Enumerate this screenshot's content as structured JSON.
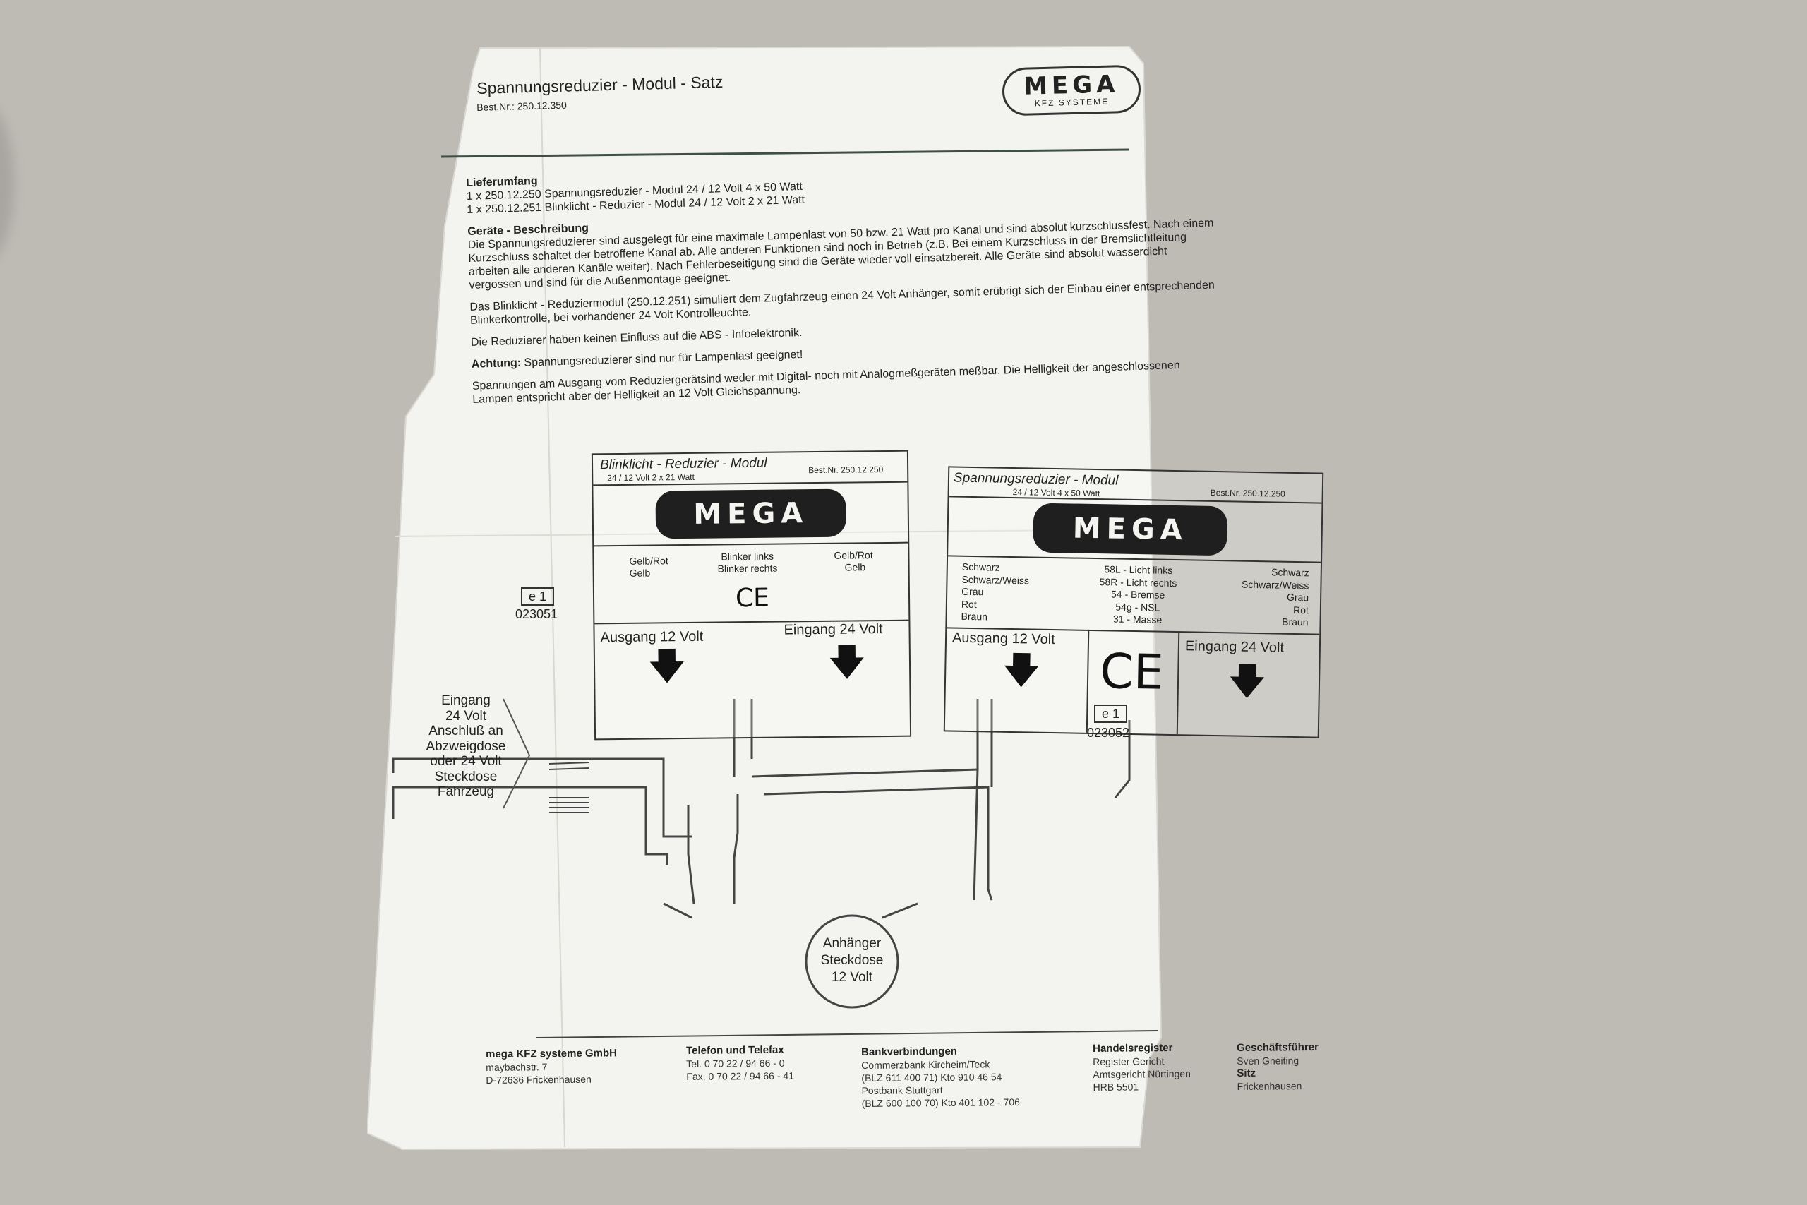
{
  "doc": {
    "title": "Spannungsreduzier - Modul - Satz",
    "order_no": "Best.Nr.: 250.12.350",
    "logo": {
      "word": "MEGA",
      "sub": "KFZ SYSTEME"
    }
  },
  "sections": {
    "lieferumfang_h": "Lieferumfang",
    "lieferumfang_1": "1 x 250.12.250 Spannungsreduzier - Modul 24 / 12 Volt 4 x 50 Watt",
    "lieferumfang_2": "1 x 250.12.251 Blinklicht - Reduzier - Modul 24 / 12 Volt 2 x 21 Watt",
    "geraete_h": "Geräte - Beschreibung",
    "geraete_text": "Die Spannungsreduzierer sind ausgelegt für eine maximale Lampenlast von 50 bzw. 21 Watt pro Kanal und sind absolut kurzschlussfest. Nach einem Kurzschluss schaltet der betroffene Kanal ab. Alle anderen Funktionen sind noch in Betrieb (z.B. Bei einem Kurzschluss in der Bremslichtleitung arbeiten alle anderen Kanäle weiter). Nach Fehlerbeseitigung sind die Geräte wieder voll einsatzbereit. Alle Geräte sind absolut wasserdicht vergossen und sind für die Außenmontage geeignet.",
    "blink_text": "Das Blinklicht - Reduziermodul (250.12.251) simuliert dem Zugfahrzeug einen 24 Volt Anhänger, somit erübrigt sich der Einbau einer entsprechenden Blinkerkontrolle, bei vorhandener 24 Volt Kontrolleuchte.",
    "abs_text": "Die Reduzierer haben keinen Einfluss auf die ABS - Infoelektronik.",
    "achtung_h": "Achtung:",
    "achtung_text": "Spannungsreduzierer sind nur für Lampenlast geeignet!",
    "spann_text": "Spannungen am Ausgang vom Reduziergerätsind weder mit Digital- noch mit Analogmeßgeräten meßbar. Die Helligkeit der angeschlossenen Lampen entspricht aber der Helligkeit an 12 Volt Gleichspannung."
  },
  "module_left": {
    "title": "Blinklicht - Reduzier - Modul",
    "spec": "24 / 12 Volt 2 x 21 Watt",
    "best": "Best.Nr. 250.12.250",
    "rows": [
      {
        "left": "Gelb/Rot",
        "mid": "Blinker links",
        "right": "Gelb/Rot"
      },
      {
        "left": "Gelb",
        "mid": "Blinker rechts",
        "right": "Gelb"
      }
    ],
    "ce": "CE",
    "out_label": "Ausgang 12 Volt",
    "in_label": "Eingang 24 Volt"
  },
  "module_right": {
    "title": "Spannungsreduzier - Modul",
    "spec": "24 / 12 Volt 4 x 50 Watt",
    "best": "Best.Nr. 250.12.250",
    "rows": [
      {
        "left": "Schwarz",
        "mid": "58L - Licht links",
        "right": "Schwarz"
      },
      {
        "left": "Schwarz/Weiss",
        "mid": "58R - Licht rechts",
        "right": "Schwarz/Weiss"
      },
      {
        "left": "Grau",
        "mid": "54 - Bremse",
        "right": "Grau"
      },
      {
        "left": "Rot",
        "mid": "54g - NSL",
        "right": "Rot"
      },
      {
        "left": "Braun",
        "mid": "31 - Masse",
        "right": "Braun"
      }
    ],
    "ce": "CE",
    "out_label": "Ausgang 12 Volt",
    "in_label": "Eingang 24 Volt"
  },
  "marks": {
    "e1_left": "e 1",
    "e1_left_no": "023051",
    "e1_right": "e 1",
    "e1_right_no": "023052"
  },
  "eingang_note": [
    "Eingang",
    "24 Volt",
    "Anschluß an",
    "Abzweigdose",
    "oder 24 Volt",
    "Steckdose",
    "Fahrzeug"
  ],
  "socket": [
    "Anhänger",
    "Steckdose",
    "12 Volt"
  ],
  "footer": {
    "company": {
      "name": "mega KFZ systeme GmbH",
      "street": "maybachstr. 7",
      "city": "D-72636 Frickenhausen"
    },
    "phone": {
      "heading": "Telefon und Telefax",
      "tel": "Tel.   0 70 22 / 94 66 - 0",
      "fax": "Fax.  0 70 22 / 94 66 - 41"
    },
    "bank": {
      "heading": "Bankverbindungen",
      "l1": "Commerzbank Kircheim/Teck",
      "l2": "(BLZ 611 400 71) Kto 910 46 54",
      "l3": "Postbank Stuttgart",
      "l4": "(BLZ 600 100 70) Kto 401 102 - 706"
    },
    "register": {
      "heading": "Handelsregister",
      "l1": "Register Gericht",
      "l2": "Amtsgericht Nürtingen",
      "l3": "HRB 5501"
    },
    "gf": {
      "heading": "Geschäftsführer",
      "l1": "Sven Gneiting",
      "sitz_h": "Sitz",
      "l2": "Frickenhausen"
    }
  }
}
